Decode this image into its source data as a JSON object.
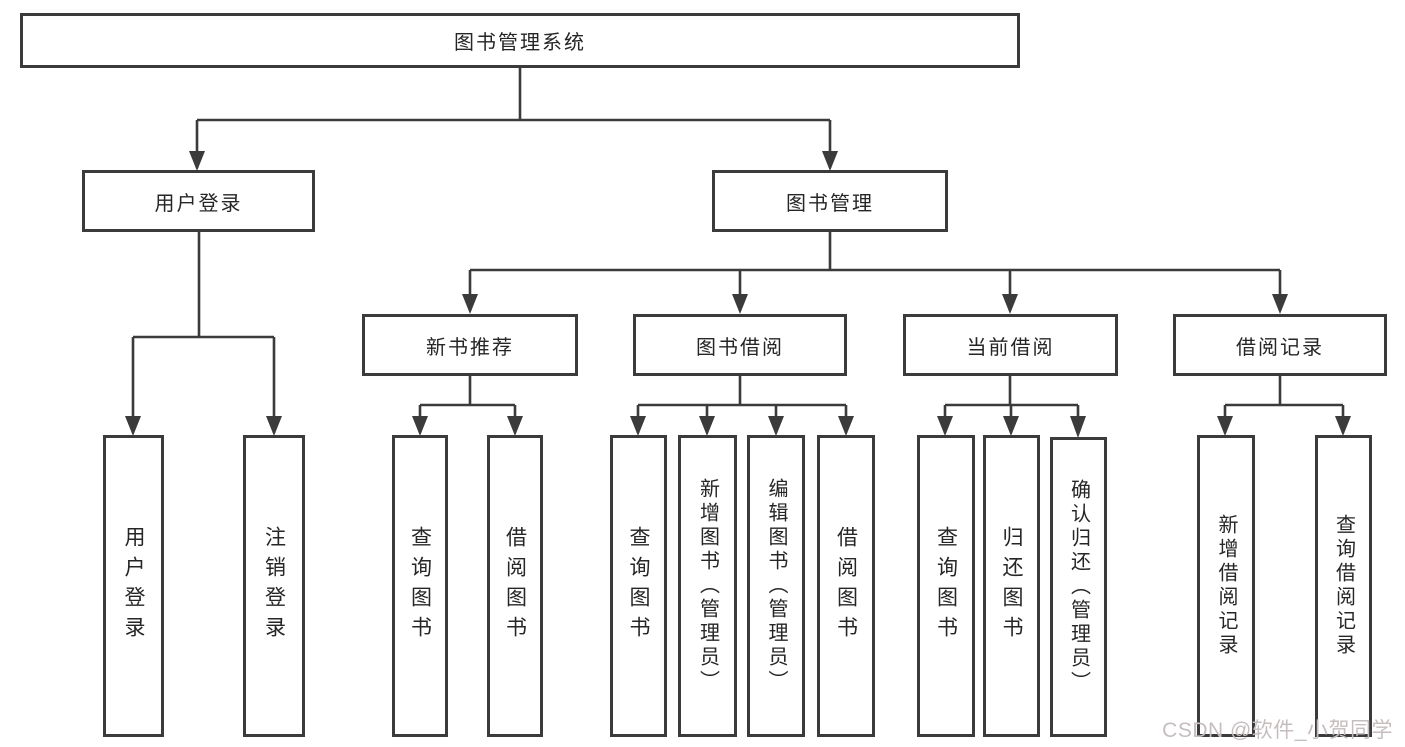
{
  "diagram": {
    "root": {
      "label": "图书管理系统"
    },
    "level2": [
      {
        "label": "用户登录"
      },
      {
        "label": "图书管理"
      }
    ],
    "level3": [
      {
        "label": "新书推荐"
      },
      {
        "label": "图书借阅"
      },
      {
        "label": "当前借阅"
      },
      {
        "label": "借阅记录"
      }
    ],
    "leaves": [
      {
        "group": "用户登录",
        "label": "用户登录"
      },
      {
        "group": "用户登录",
        "label": "注销登录"
      },
      {
        "group": "新书推荐",
        "label": "查询图书"
      },
      {
        "group": "新书推荐",
        "label": "借阅图书"
      },
      {
        "group": "图书借阅",
        "label": "查询图书"
      },
      {
        "group": "图书借阅",
        "label": "新增图书（管理员）"
      },
      {
        "group": "图书借阅",
        "label": "编辑图书（管理员）"
      },
      {
        "group": "图书借阅",
        "label": "借阅图书"
      },
      {
        "group": "当前借阅",
        "label": "查询图书"
      },
      {
        "group": "当前借阅",
        "label": "归还图书"
      },
      {
        "group": "当前借阅",
        "label": "确认归还（管理员）"
      },
      {
        "group": "借阅记录",
        "label": "新增借阅记录"
      },
      {
        "group": "借阅记录",
        "label": "查询借阅记录"
      }
    ]
  },
  "watermark": {
    "text": "CSDN @软件_小贺同学",
    "color": "#c6bebe"
  },
  "colors": {
    "line": "#3b3b3b",
    "text": "#262626",
    "background": "#ffffff"
  }
}
